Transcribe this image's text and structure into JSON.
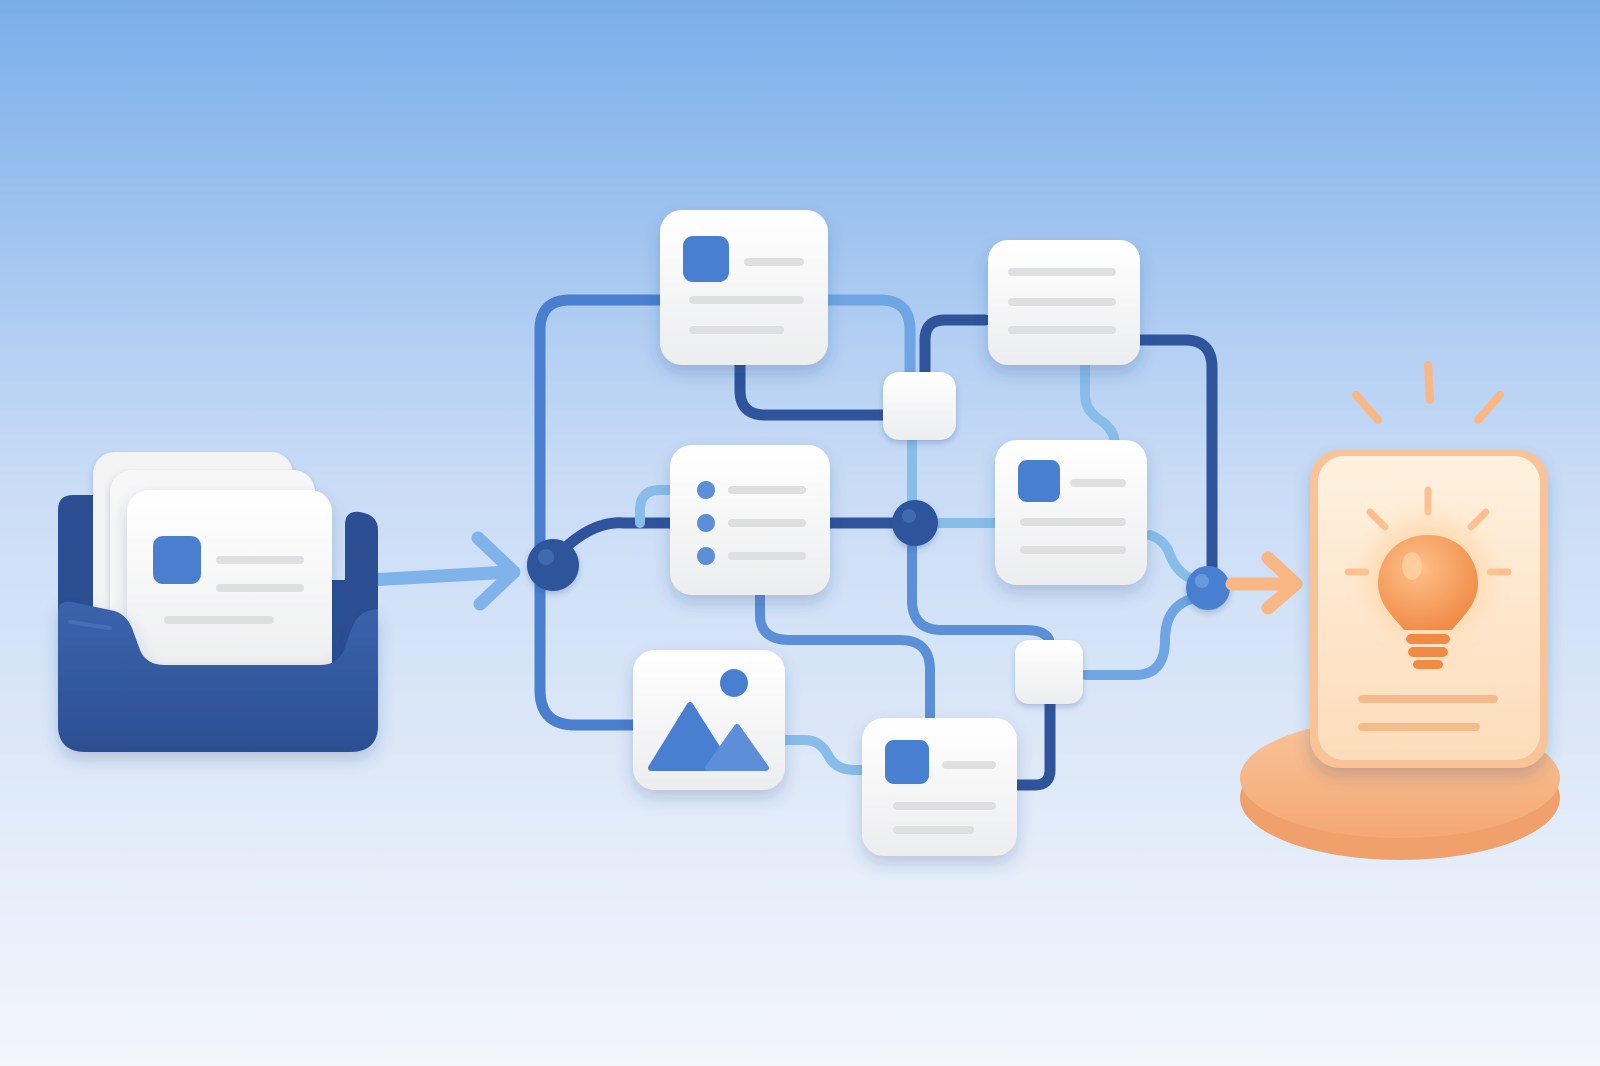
{
  "diagram": {
    "nodes": [
      {
        "id": "document-stack-input",
        "kind": "document-stack"
      },
      {
        "id": "card-top-left",
        "kind": "document-card"
      },
      {
        "id": "card-top-right",
        "kind": "text-card"
      },
      {
        "id": "card-list",
        "kind": "list-card"
      },
      {
        "id": "card-middle-right",
        "kind": "document-card"
      },
      {
        "id": "card-image",
        "kind": "image-card"
      },
      {
        "id": "card-bottom",
        "kind": "document-card"
      },
      {
        "id": "idea-card-output",
        "kind": "lightbulb-card"
      }
    ],
    "icons": [
      "inbox-tray-icon",
      "document-icon",
      "list-icon",
      "image-icon",
      "lightbulb-icon",
      "arrow-right-icon"
    ]
  },
  "colors": {
    "bg_top": "#7aaeea",
    "bg_bottom": "#f3f6fb",
    "navy": "#2f549b",
    "blue": "#4a7fd0",
    "mid_blue": "#5b8fd8",
    "light_blue": "#88bde9",
    "card": "#f7f7f6",
    "accent": "#4a7fd0",
    "orange": "#f8b784",
    "orange_dark": "#f2924f",
    "cream": "#fde7cf"
  }
}
